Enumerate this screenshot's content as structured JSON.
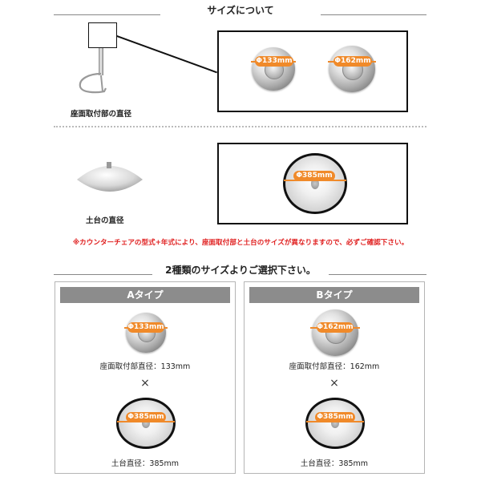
{
  "section1": {
    "title": "サイズについて",
    "seat_caption": "座面取付部の直径",
    "base_caption": "土台の直径",
    "seat_labels": [
      "Φ133mm",
      "Φ162mm"
    ],
    "base_label": "Φ385mm"
  },
  "notice": "※カウンターチェアの型式+年式により、座面取付部と土台のサイズが異なりますので、必ずご確認下さい。",
  "section2": {
    "title": "2種類のサイズよりご選択下さい。",
    "types": [
      {
        "header": "Aタイプ",
        "seat_label": "Φ133mm",
        "seat_caption": "座面取付部直径：133mm",
        "times": "×",
        "base_label": "Φ385mm",
        "base_caption": "土台直径：385mm"
      },
      {
        "header": "Bタイプ",
        "seat_label": "Φ162mm",
        "seat_caption": "座面取付部直径：162mm",
        "times": "×",
        "base_label": "Φ385mm",
        "base_caption": "土台直径：385mm"
      }
    ]
  },
  "colors": {
    "accent": "#f08a2a",
    "notice": "#e02020",
    "type_header": "#8c8c8c"
  },
  "icons": [
    "chair-leg-icon",
    "base-plate-icon"
  ]
}
